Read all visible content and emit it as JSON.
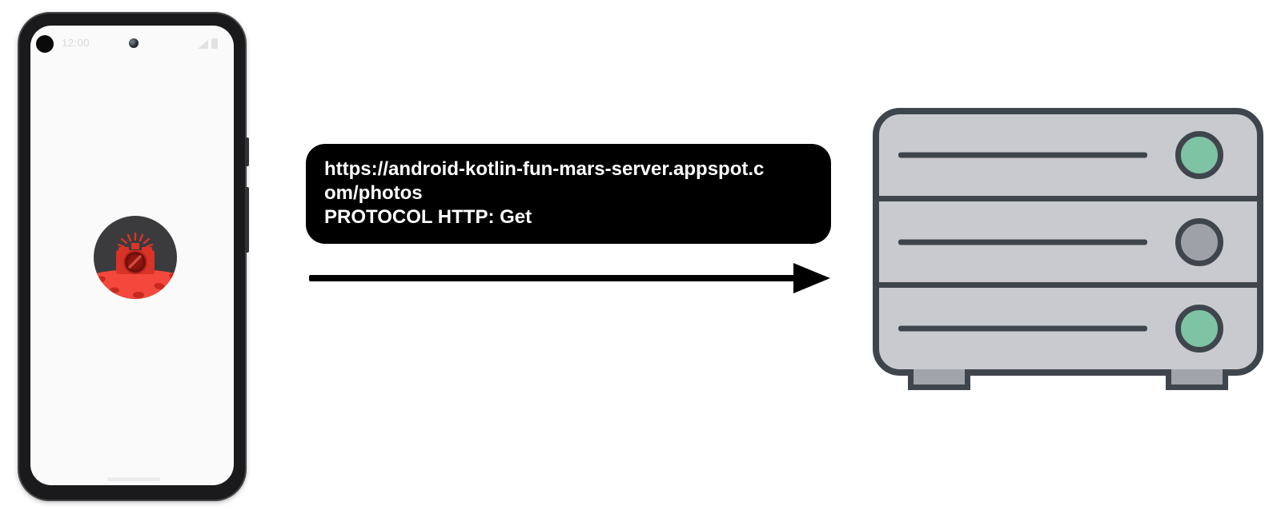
{
  "colors": {
    "bubble-bg": "#000000",
    "bubble-text": "#ffffff",
    "arrow": "#000000",
    "server-body": "#c9cacf",
    "server-outline": "#3f454d",
    "led-green": "#7ec3a4",
    "led-gray": "#9fa1a9",
    "server-foot": "#a2a4ab",
    "mars-red": "#f4483c",
    "crater-red": "#c8281d",
    "camera-red": "#d93328",
    "icon-bg": "#3b3b3d",
    "phone-frame": "#1a1a1c",
    "phone-screen": "#fafafa"
  },
  "phone": {
    "status_bar": {
      "time": "12:00",
      "icons": [
        "notification-dot",
        "camera-punch-hole",
        "signal",
        "battery"
      ]
    },
    "app_icon": "mars-photos-camera-icon",
    "home_indicator": true
  },
  "request_label": {
    "lines": [
      "https://android-kotlin-fun-mars-server.appspot.c",
      "om/photos",
      "PROTOCOL HTTP: Get"
    ]
  },
  "server": {
    "icon": "server-rack-icon",
    "bays": 3,
    "leds": [
      {
        "color": "green"
      },
      {
        "color": "gray"
      },
      {
        "color": "green"
      }
    ]
  }
}
